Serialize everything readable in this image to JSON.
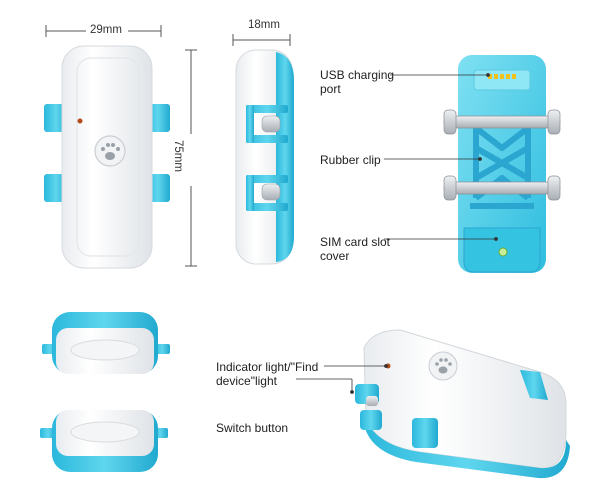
{
  "dimensions": {
    "width": "29mm",
    "depth": "18mm",
    "height": "75mm"
  },
  "callouts": {
    "usb": [
      "USB charging",
      "port"
    ],
    "clip": "Rubber clip",
    "sim": [
      "SIM card slot",
      "cover"
    ],
    "indicator": [
      "Indicator light/\"Find",
      "device\"light"
    ],
    "switch": "Switch button"
  },
  "colors": {
    "shell": "#ffffff",
    "accent": "#3ec9e6",
    "accent_dark": "#1aa9cc",
    "clip": "#c9cdd2"
  }
}
